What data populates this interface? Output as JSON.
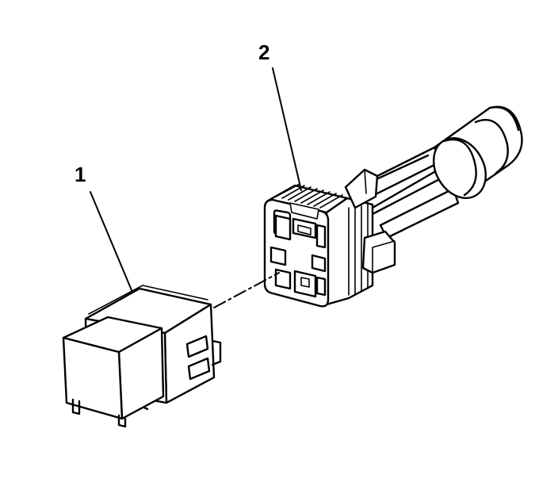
{
  "callouts": [
    {
      "id": "1",
      "text": "1"
    },
    {
      "id": "2",
      "text": "2"
    }
  ],
  "colors": {
    "line": "#000000",
    "fill": "#ffffff",
    "background": "#ffffff"
  }
}
